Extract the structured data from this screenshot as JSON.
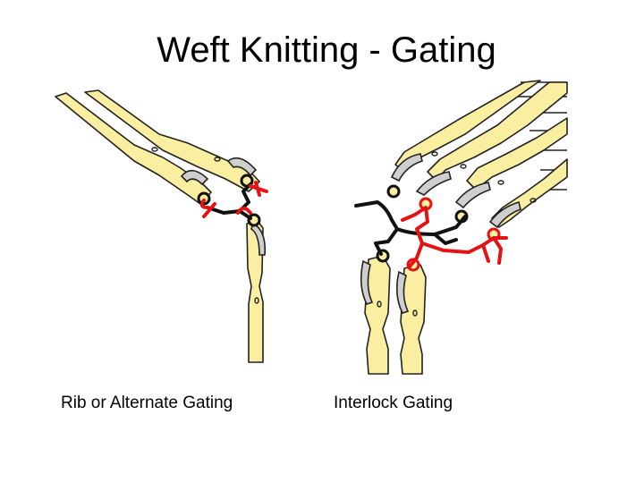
{
  "slide": {
    "title": "Weft Knitting - Gating",
    "captions": {
      "left": "Rib or Alternate Gating",
      "right": "Interlock Gating"
    }
  },
  "colors": {
    "needle_fill": "#FAEFA0",
    "hook_fill": "#cfcfcf",
    "yarn_black": "#111111",
    "yarn_red": "#e41212"
  }
}
